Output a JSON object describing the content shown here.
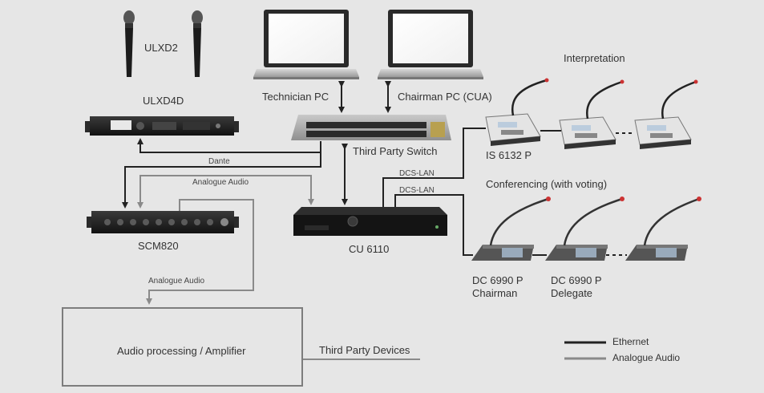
{
  "devices": {
    "ulxd2": "ULXD2",
    "ulxd4d": "ULXD4D",
    "technician_pc": "Technician PC",
    "chairman_pc": "Chairman PC (CUA)",
    "switch": "Third Party Switch",
    "scm820": "SCM820",
    "cu6110": "CU 6110",
    "is6132": "IS 6132 P",
    "dc6990_chair_model": "DC 6990 P",
    "dc6990_chair_role": "Chairman",
    "dc6990_del_model": "DC 6990 P",
    "dc6990_del_role": "Delegate",
    "audio_processing": "Audio processing / Amplifier",
    "third_party_devices": "Third Party Devices"
  },
  "groups": {
    "interpretation": "Interpretation",
    "conferencing": "Conferencing (with voting)"
  },
  "connections": {
    "dante": "Dante",
    "analogue_audio_1": "Analogue Audio",
    "analogue_audio_2": "Analogue Audio",
    "dcs_lan_1": "DCS-LAN",
    "dcs_lan_2": "DCS-LAN"
  },
  "legend": {
    "ethernet": "Ethernet",
    "analogue": "Analogue Audio",
    "ethernet_color": "#222222",
    "analogue_color": "#8a8a8a"
  }
}
